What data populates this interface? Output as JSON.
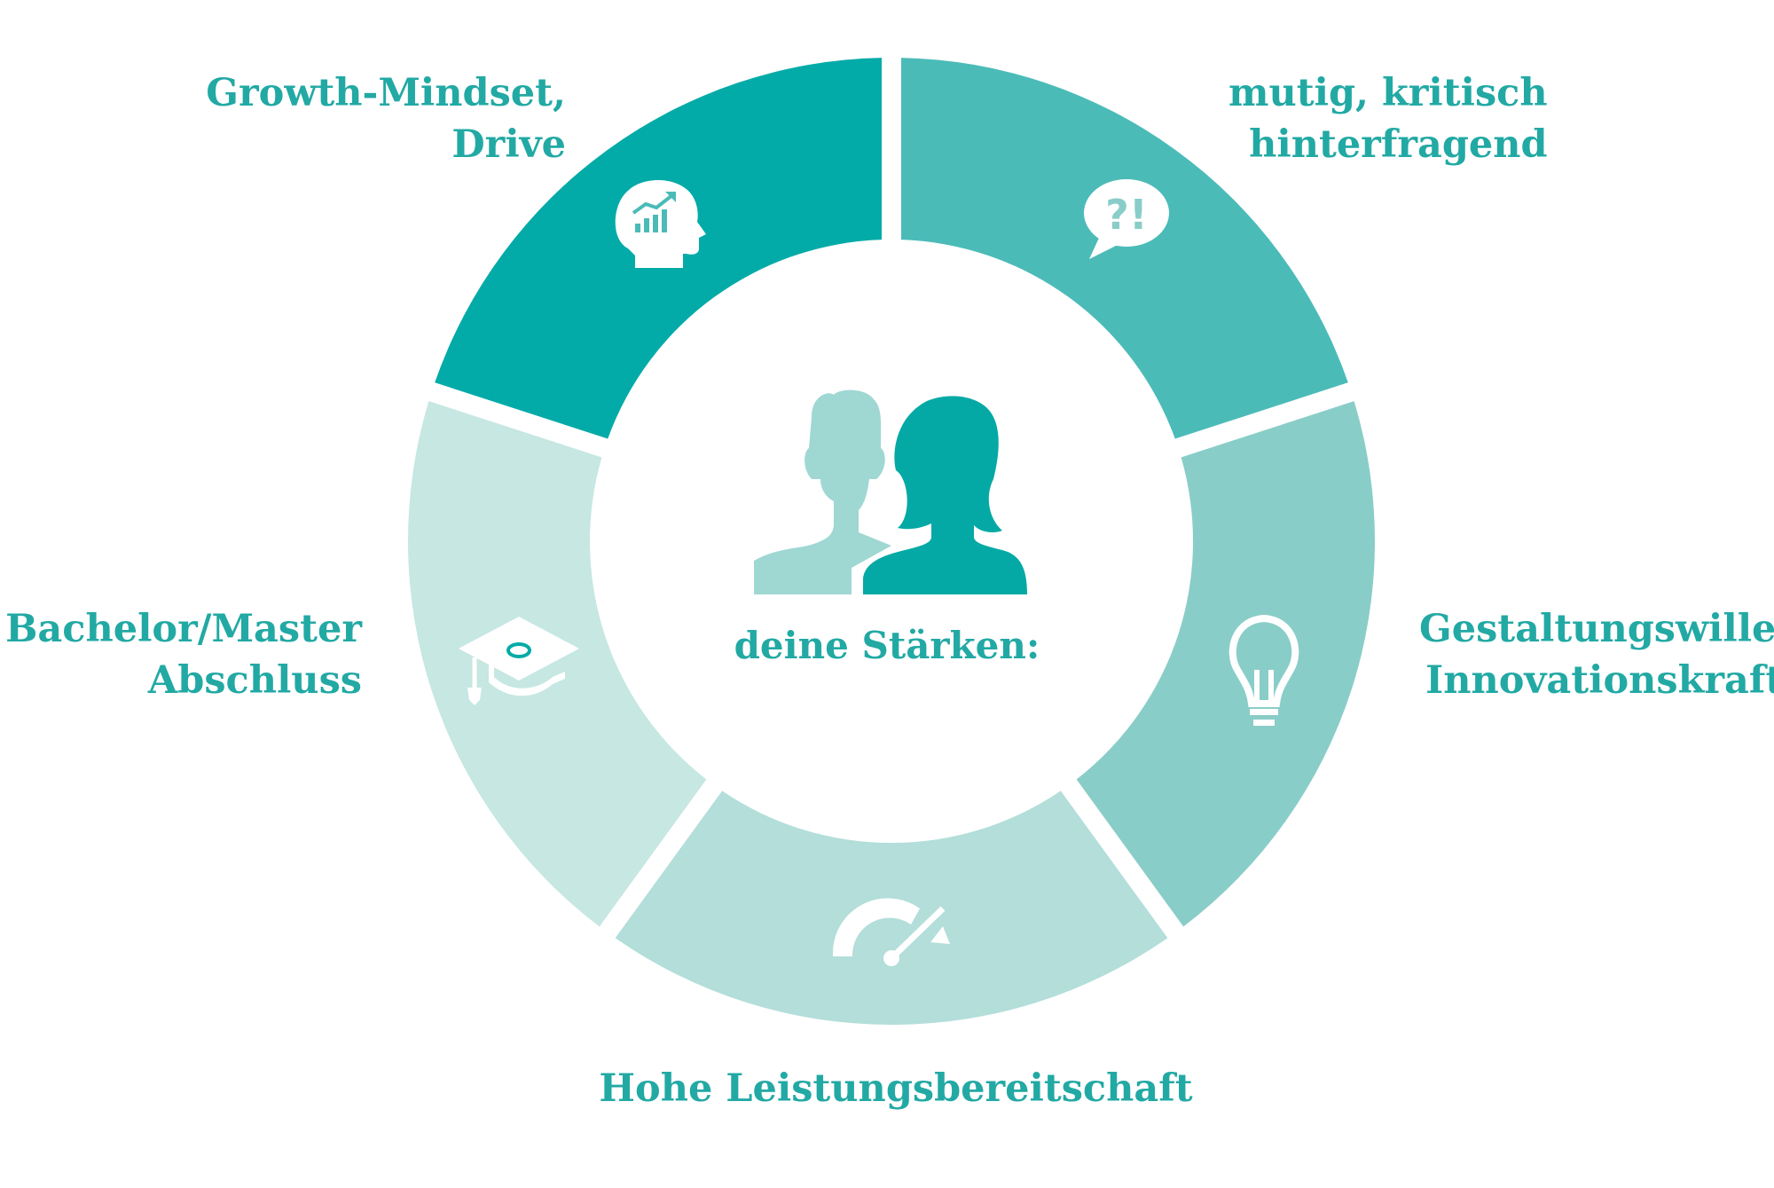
{
  "center": {
    "label": "deine Stärken:"
  },
  "segments": [
    {
      "id": "growth",
      "lines": [
        "Growth-Mindset,",
        "Drive"
      ],
      "color": "#4bbbb8",
      "icon": "brain-growth-chart-icon"
    },
    {
      "id": "mutig",
      "lines": [
        "mutig, kritisch",
        "hinterfragend"
      ],
      "color": "#89cdc8",
      "icon": "speech-bubble-question-icon"
    },
    {
      "id": "gestaltung",
      "lines": [
        "Gestaltungswille,",
        "Innovationskraft"
      ],
      "color": "#b3deda",
      "icon": "lightbulb-icon"
    },
    {
      "id": "hohe",
      "lines": [
        "Hohe Leistungsbereitschaft"
      ],
      "color": "#c6e7e2",
      "icon": "speedometer-icon"
    },
    {
      "id": "bachelor",
      "lines": [
        "Bachelor/Master",
        "Abschluss"
      ],
      "color": "#03aba8",
      "icon": "graduation-cap-icon"
    }
  ],
  "colors": {
    "text": "#22a9a4",
    "person_back": "#9fd7d3",
    "person_front": "#04a9a5"
  }
}
